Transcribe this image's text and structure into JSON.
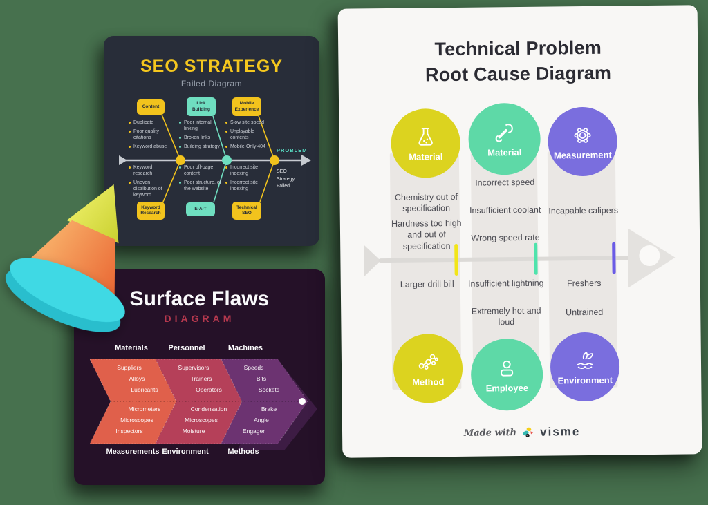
{
  "background": {
    "color": "#47714E"
  },
  "seo_card": {
    "title": "SEO STRATEGY",
    "subtitle": "Failed Diagram",
    "problem_label": "PROBLEM",
    "effect_text": "SEO Strategy Failed",
    "colors": {
      "yellow": "#F2C31D",
      "teal": "#6FDEC0",
      "card_bg": "#282D39"
    },
    "branches": [
      {
        "color": "yellow",
        "top_box": "Content",
        "bottom_box": "Keyword Research",
        "top_items": [
          "Duplicate",
          "Poor quality citations",
          "Keyword abuse"
        ],
        "bottom_items": [
          "Keyword research",
          "Uneven distribution of keyword"
        ]
      },
      {
        "color": "teal",
        "top_box": "Link Building",
        "bottom_box": "E-A-T",
        "top_items": [
          "Poor internal linking",
          "Broken links",
          "Building strategy"
        ],
        "bottom_items": [
          "Poor off-page content",
          "Poor structure, of the website"
        ]
      },
      {
        "color": "yellow",
        "top_box": "Mobile Experience",
        "bottom_box": "Technical SEO",
        "top_items": [
          "Slow site speed",
          "Unplayable contents",
          "Mobile-Only 404"
        ],
        "bottom_items": [
          "Incorrect site indexing",
          "Incorrect site indexing"
        ]
      }
    ]
  },
  "surface_card": {
    "title": "Surface Flaws",
    "subtitle": "DIAGRAM",
    "subtitle_color": "#B5384E",
    "card_bg": "#251128",
    "top_labels": [
      "Materials",
      "Personnel",
      "Machines"
    ],
    "bottom_labels": [
      "Measurements",
      "Environment",
      "Methods"
    ],
    "segments": [
      {
        "color": "#E0604B",
        "top_items": [
          "Suppliers",
          "Alloys",
          "Lubricants"
        ],
        "bottom_items": [
          "Micrometers",
          "Microscopes",
          "Inspectors"
        ]
      },
      {
        "color": "#B54059",
        "top_items": [
          "Supervisors",
          "Trainers",
          "Operators"
        ],
        "bottom_items": [
          "Condensation",
          "Microscopes",
          "Moisture"
        ]
      },
      {
        "color": "#6C3371",
        "top_items": [
          "Speeds",
          "Bits",
          "Sockets"
        ],
        "bottom_items": [
          "Brake",
          "Angle",
          "Engager"
        ]
      }
    ]
  },
  "root_card": {
    "title_line1": "Technical Problem",
    "title_line2": "Root Cause Diagram",
    "card_bg": "#F8F7F5",
    "column_bg": "#EAE7E4",
    "footer": {
      "made_with": "Made with",
      "brand": "visme"
    },
    "branches": [
      {
        "position": "top",
        "label": "Material",
        "icon": "flask-icon",
        "color": "#DCD31F",
        "tick_color": "#F2E519",
        "items": [
          "Chemistry out of specification",
          "Hardness too high and out of specification"
        ]
      },
      {
        "position": "top",
        "label": "Material",
        "icon": "wrench-icon",
        "color": "#5ED9A7",
        "tick_color": "#4FE3AC",
        "items": [
          "Incorrect speed",
          "Insufficient coolant",
          "Wrong speed rate"
        ]
      },
      {
        "position": "top",
        "label": "Measurement",
        "icon": "molecule-icon",
        "color": "#7A6EDE",
        "tick_color": "#6A5BE6",
        "items": [
          "Incapable calipers"
        ]
      },
      {
        "position": "bottom",
        "label": "Method",
        "icon": "atom-chain-icon",
        "color": "#DCD31F",
        "items": [
          "Larger drill bill"
        ]
      },
      {
        "position": "bottom",
        "label": "Employee",
        "icon": "person-icon",
        "color": "#5ED9A7",
        "items": [
          "Insufficient lightning",
          "Extremely hot and loud"
        ]
      },
      {
        "position": "bottom",
        "label": "Environment",
        "icon": "eco-hands-icon",
        "color": "#7A6EDE",
        "items": [
          "Freshers",
          "Untrained"
        ]
      }
    ]
  }
}
